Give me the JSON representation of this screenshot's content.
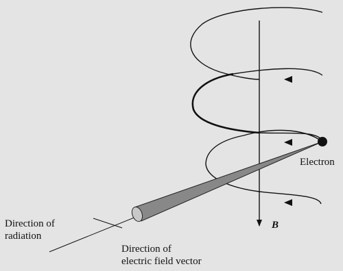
{
  "labels": {
    "electron": "Electron",
    "field": "B",
    "radiation_line1": "Direction of",
    "radiation_line2": "radiation",
    "efield_line1": "Direction of",
    "efield_line2": "electric field vector"
  }
}
